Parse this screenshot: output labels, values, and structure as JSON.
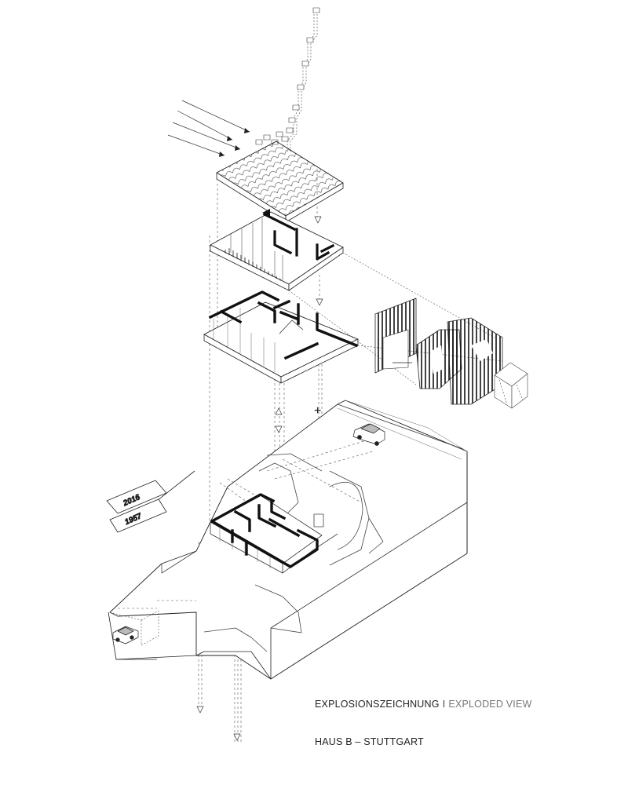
{
  "caption": {
    "title_de": "EXPLOSIONSZEICHNUNG",
    "separator": "I",
    "title_en": "EXPLODED VIEW",
    "subtitle": "HAUS B – STUTTGART"
  },
  "timeline": {
    "year_new": "2016",
    "year_old": "1957"
  },
  "symbols": {
    "plus": "+",
    "minus": "−"
  },
  "icons": [
    "flag-icon",
    "arrow-icon",
    "car-icon",
    "tree-icon"
  ]
}
